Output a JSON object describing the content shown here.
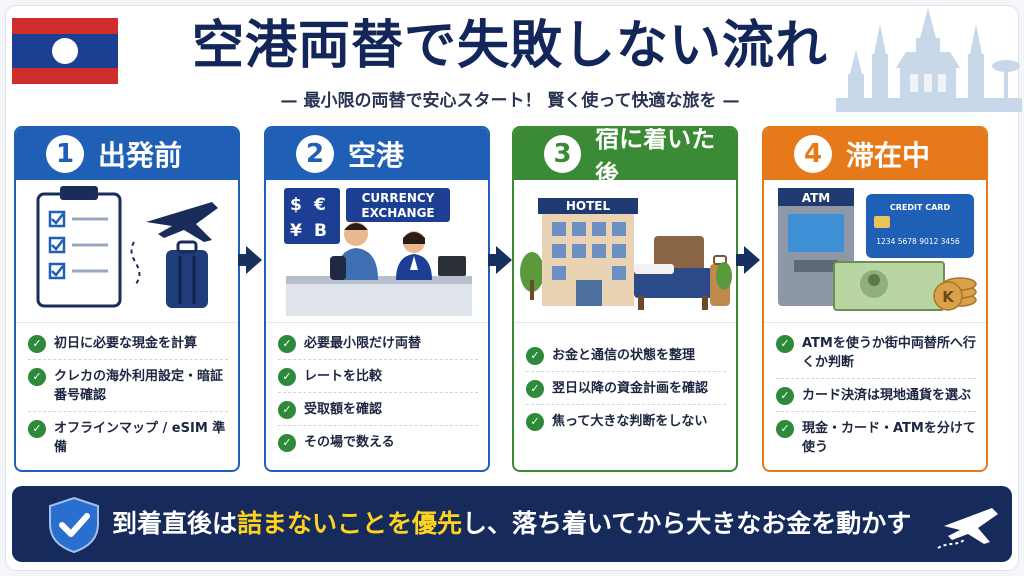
{
  "header": {
    "title": "空港両替で失敗しない流れ",
    "subtitle": "— 最小限の両替で安心スタート！ 賢く使って快適な旅を —"
  },
  "steps": [
    {
      "number": "1",
      "title": "出発前",
      "color": "#1f5fb6",
      "items": [
        "初日に必要な現金を計算",
        "クレカの海外利用設定・暗証番号確認",
        "オフラインマップ / eSIM 準備"
      ]
    },
    {
      "number": "2",
      "title": "空港",
      "color": "#1f5fb6",
      "sign_line1": "CURRENCY",
      "sign_line2": "EXCHANGE",
      "currency_board": [
        "$",
        "€",
        "¥",
        "B"
      ],
      "items": [
        "必要最小限だけ両替",
        "レートを比較",
        "受取額を確認",
        "その場で数える"
      ]
    },
    {
      "number": "3",
      "title": "宿に着いた後",
      "color": "#3b8a35",
      "hotel_sign": "HOTEL",
      "items": [
        "お金と通信の状態を整理",
        "翌日以降の資金計画を確認",
        "焦って大きな判断をしない"
      ]
    },
    {
      "number": "4",
      "title": "滞在中",
      "color": "#e67a1a",
      "atm_label": "ATM",
      "card_label": "CREDIT CARD",
      "card_number": "1234 5678 9012 3456",
      "coin_symbol": "K",
      "items": [
        "ATMを使うか街中両替所へ行くか判断",
        "カード決済は現地通貨を選ぶ",
        "現金・カード・ATMを分けて使う"
      ]
    }
  ],
  "banner": {
    "text_before": "到着直後は",
    "text_highlight": "詰まないことを優先",
    "text_after": "し、落ち着いてから大きなお金を動かす"
  },
  "colors": {
    "navy": "#162b5c",
    "blue": "#1f5fb6",
    "green": "#3b8a35",
    "orange": "#e67a1a",
    "highlight": "#ffd21f"
  }
}
